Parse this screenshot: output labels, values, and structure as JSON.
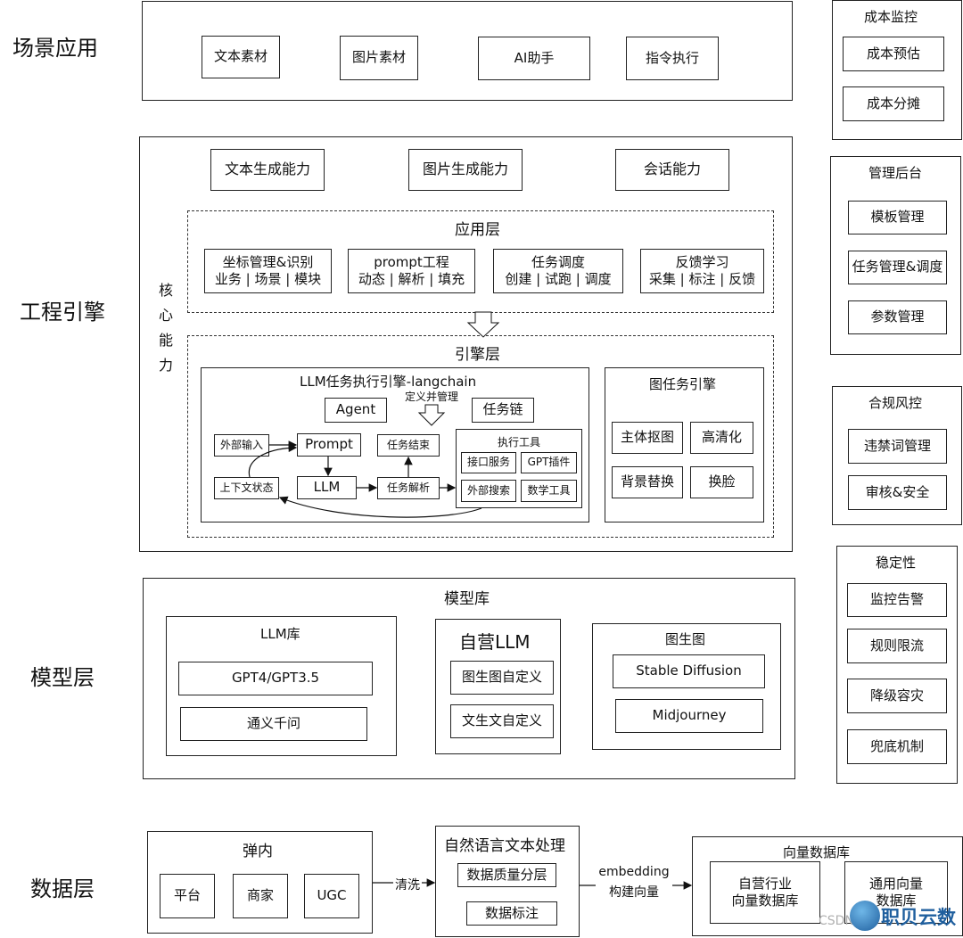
{
  "layers": {
    "scene": "场景应用",
    "engineering": "工程引擎",
    "model": "模型层",
    "data": "数据层"
  },
  "scene_apps": [
    "文本素材",
    "图片素材",
    "AI助手",
    "指令执行"
  ],
  "core": {
    "label": "核心能力",
    "label_chars": [
      "核",
      "心",
      "能",
      "力"
    ],
    "capabilities": [
      "文本生成能力",
      "图片生成能力",
      "会话能力"
    ],
    "app_layer": {
      "title": "应用层",
      "modules": [
        {
          "title": "坐标管理&识别",
          "sub": "业务 | 场景 | 模块"
        },
        {
          "title": "prompt工程",
          "sub": "动态 | 解析 | 填充"
        },
        {
          "title": "任务调度",
          "sub": "创建 | 试跑 | 调度"
        },
        {
          "title": "反馈学习",
          "sub": "采集 | 标注 | 反馈"
        }
      ]
    },
    "engine_layer": {
      "title": "引擎层",
      "llm_engine": {
        "title": "LLM任务执行引擎-langchain",
        "agent": "Agent",
        "define_manage": "定义并管理",
        "task_chain": "任务链",
        "external_input": "外部输入",
        "prompt": "Prompt",
        "context_state": "上下文状态",
        "llm": "LLM",
        "task_end": "任务结束",
        "task_parse": "任务解析",
        "tools": {
          "title": "执行工具",
          "items": [
            "接口服务",
            "GPT插件",
            "外部搜索",
            "数学工具"
          ]
        }
      },
      "image_engine": {
        "title": "图任务引擎",
        "items": [
          "主体抠图",
          "高清化",
          "背景替换",
          "换脸"
        ]
      }
    }
  },
  "right_panels": {
    "cost": {
      "title": "成本监控",
      "items": [
        "成本预估",
        "成本分摊"
      ]
    },
    "admin": {
      "title": "管理后台",
      "items": [
        "模板管理",
        "任务管理&调度",
        "参数管理"
      ]
    },
    "compliance": {
      "title": "合规风控",
      "items": [
        "违禁词管理",
        "审核&安全"
      ]
    },
    "stability": {
      "title": "稳定性",
      "items": [
        "监控告警",
        "规则限流",
        "降级容灾",
        "兜底机制"
      ]
    }
  },
  "model_lib": {
    "title": "模型库",
    "llm_lib": {
      "title": "LLM库",
      "items": [
        "GPT4/GPT3.5",
        "通义千问"
      ]
    },
    "self_llm": {
      "title": "自营LLM",
      "items": [
        "图生图自定义",
        "文生文自定义"
      ]
    },
    "img2img": {
      "title": "图生图",
      "items": [
        "Stable Diffusion",
        "Midjourney"
      ]
    }
  },
  "data_layer": {
    "danei": {
      "title": "弹内",
      "items": [
        "平台",
        "商家",
        "UGC"
      ]
    },
    "clean": "清洗",
    "nlp": {
      "title": "自然语言文本处理",
      "items": [
        "数据质量分层",
        "数据标注"
      ]
    },
    "embedding_line1": "embedding",
    "embedding_line2": "构建向量",
    "vector_db": {
      "title": "向量数据库",
      "self_line1": "自营行业",
      "self_line2": "向量数据库",
      "general_line1": "通用向量",
      "general_line2": "数据库"
    }
  },
  "watermark": {
    "csdn": "CSDN",
    "brand": "职贝云数"
  }
}
